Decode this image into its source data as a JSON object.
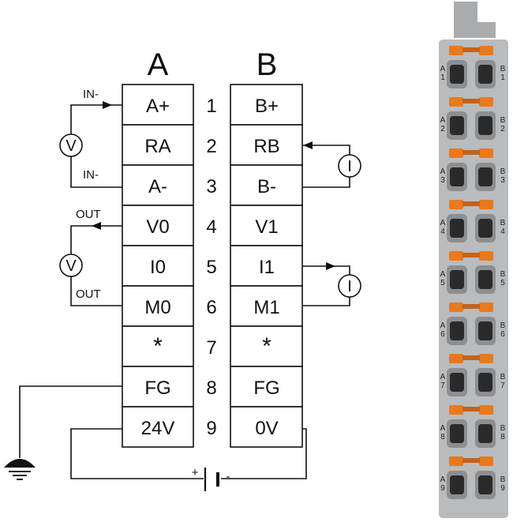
{
  "diagram": {
    "column_a_header": "A",
    "column_b_header": "B",
    "rows": [
      {
        "num": "1",
        "a": "A+",
        "b": "B+"
      },
      {
        "num": "2",
        "a": "RA",
        "b": "RB"
      },
      {
        "num": "3",
        "a": "A-",
        "b": "B-"
      },
      {
        "num": "4",
        "a": "V0",
        "b": "V1"
      },
      {
        "num": "5",
        "a": "I0",
        "b": "I1"
      },
      {
        "num": "6",
        "a": "M0",
        "b": "M1"
      },
      {
        "num": "7",
        "a": "*",
        "b": "*"
      },
      {
        "num": "8",
        "a": "FG",
        "b": "FG"
      },
      {
        "num": "9",
        "a": "24V",
        "b": "0V"
      }
    ],
    "labels": {
      "in_minus_top": "IN-",
      "in_minus_bottom": "IN-",
      "out_top": "OUT",
      "out_bottom": "OUT",
      "voltmeter": "V",
      "ammeter": "I",
      "plus": "+",
      "minus": "-"
    }
  },
  "connector": {
    "slots": [
      {
        "a": "A",
        "an": "1",
        "b": "B",
        "bn": "1"
      },
      {
        "a": "A",
        "an": "2",
        "b": "B",
        "bn": "2"
      },
      {
        "a": "A",
        "an": "3",
        "b": "B",
        "bn": "3"
      },
      {
        "a": "A",
        "an": "4",
        "b": "B",
        "bn": "4"
      },
      {
        "a": "A",
        "an": "5",
        "b": "B",
        "bn": "5"
      },
      {
        "a": "A",
        "an": "6",
        "b": "B",
        "bn": "6"
      },
      {
        "a": "A",
        "an": "7",
        "b": "B",
        "bn": "7"
      },
      {
        "a": "A",
        "an": "8",
        "b": "B",
        "bn": "8"
      },
      {
        "a": "A",
        "an": "9",
        "b": "B",
        "bn": "9"
      }
    ],
    "colors": {
      "body": "#b9bcbf",
      "latch": "#e9791d",
      "hole": "#2a2a2a"
    }
  }
}
